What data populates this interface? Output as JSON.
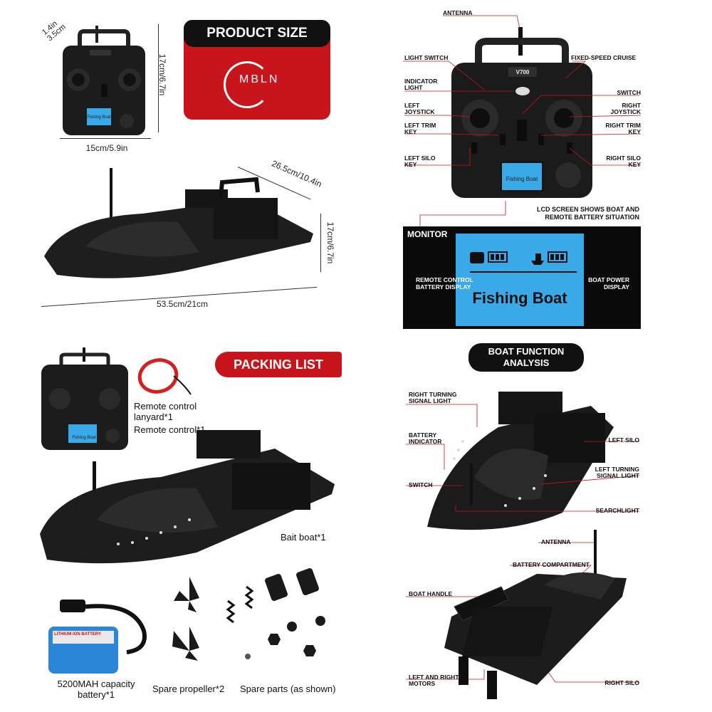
{
  "product_size": {
    "title": "PRODUCT SIZE",
    "brand": "MBLN",
    "remote_depth": "1.4in\n3.5cm",
    "remote_height": "17cm/6.7in",
    "remote_width": "15cm/5.9in",
    "boat_width": "26.5cm/10.4in",
    "boat_height": "17cm/6.7in",
    "boat_length": "53.5cm/21cm"
  },
  "remote": {
    "model": "V700",
    "lcd_text": "Fishing Boat",
    "labels": {
      "antenna": "ANTENNA",
      "light_switch": "LIGHT SWITCH",
      "fixed_speed": "FIXED-SPEED CRUISE",
      "indicator": "INDICATOR\nLIGHT",
      "switch": "SWITCH",
      "left_joystick": "LEFT\nJOYSTICK",
      "right_joystick": "RIGHT\nJOYSTICK",
      "left_trim": "LEFT TRIM\nKEY",
      "right_trim": "RIGHT TRIM\nKEY",
      "left_silo": "LEFT SILO\nKEY",
      "right_silo": "RIGHT SILO\nKEY",
      "lcd_caption": "LCD SCREEN SHOWS BOAT AND\nREMOTE BATTERY SITUATION"
    }
  },
  "monitor": {
    "title": "MONITOR",
    "remote_battery": "REMOTE CONTROL\nBATTERY DISPLAY",
    "boat_power": "BOAT POWER\nDISPLAY",
    "screen_text": "Fishing Boat"
  },
  "packing": {
    "title": "PACKING LIST",
    "lanyard": "Remote control\nlanyard*1",
    "remote": "Remote control*1",
    "boat": "Bait boat*1",
    "battery": "5200MAH capacity\nbattery*1",
    "battery_label": "LITHIUM ION BATTERY",
    "propeller": "Spare propeller*2",
    "parts": "Spare parts (as shown)"
  },
  "analysis": {
    "title": "BOAT FUNCTION\nANALYSIS",
    "right_turn": "RIGHT TURNING\nSIGNAL LIGHT",
    "battery_ind": "BATTERY\nINDICATOR",
    "switch": "SWITCH",
    "left_silo": "LEFT SILO",
    "left_turn": "LEFT TURNING\nSIGNAL LIGHT",
    "searchlight": "SEARCHLIGHT",
    "antenna": "ANTENNA",
    "battery_comp": "BATTERY COMPARTMENT",
    "handle": "BOAT HANDLE",
    "motors": "LEFT AND RIGHT\nMOTORS",
    "right_silo": "RIGHT SILO"
  },
  "colors": {
    "red": "#c8141b",
    "lcd": "#3aa9e8",
    "dark": "#1a1a1a"
  }
}
